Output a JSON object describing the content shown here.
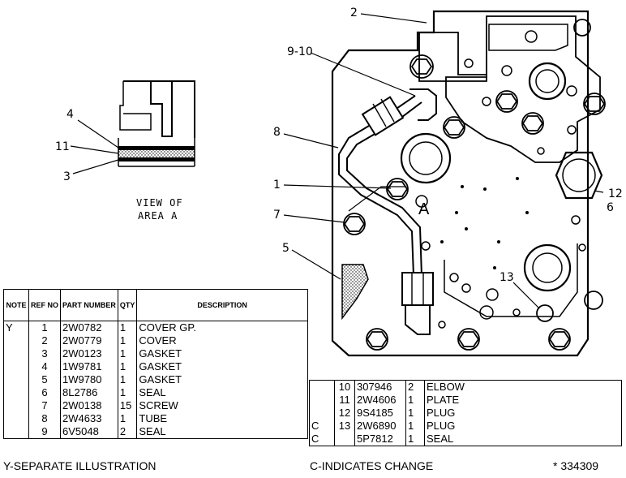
{
  "callouts": {
    "c2": "2",
    "c9_10": "9-10",
    "c8": "8",
    "c1": "1",
    "c7": "7",
    "c5": "5",
    "c12": "12",
    "c6": "6",
    "c13": "13",
    "c4": "4",
    "c11": "11",
    "c3": "3",
    "area_mark": "A"
  },
  "view_caption": {
    "line1": "VIEW OF",
    "line2": "AREA A"
  },
  "table_left": {
    "headers": {
      "note": "NOTE",
      "ref": "REF NO",
      "part": "PART NUMBER",
      "qty": "QTY",
      "desc": "DESCRIPTION"
    },
    "rows": [
      {
        "note": "Y",
        "ref": "1",
        "part": "2W0782",
        "qty": "1",
        "desc": "COVER GP."
      },
      {
        "note": "",
        "ref": "2",
        "part": "2W0779",
        "qty": "1",
        "desc": "COVER"
      },
      {
        "note": "",
        "ref": "3",
        "part": "2W0123",
        "qty": "1",
        "desc": "GASKET"
      },
      {
        "note": "",
        "ref": "4",
        "part": "1W9781",
        "qty": "1",
        "desc": "GASKET"
      },
      {
        "note": "",
        "ref": "5",
        "part": "1W9780",
        "qty": "1",
        "desc": "GASKET"
      },
      {
        "note": "",
        "ref": "6",
        "part": "8L2786",
        "qty": "1",
        "desc": "SEAL"
      },
      {
        "note": "",
        "ref": "7",
        "part": "2W0138",
        "qty": "15",
        "desc": "SCREW"
      },
      {
        "note": "",
        "ref": "8",
        "part": "2W4633",
        "qty": "1",
        "desc": "TUBE"
      },
      {
        "note": "",
        "ref": "9",
        "part": "6V5048",
        "qty": "2",
        "desc": "SEAL"
      }
    ]
  },
  "table_right": {
    "rows": [
      {
        "note": "",
        "ref": "10",
        "part": "307946",
        "qty": "2",
        "desc": "ELBOW"
      },
      {
        "note": "",
        "ref": "11",
        "part": "2W4606",
        "qty": "1",
        "desc": "PLATE"
      },
      {
        "note": "",
        "ref": "12",
        "part": "9S4185",
        "qty": "1",
        "desc": "PLUG"
      },
      {
        "note": "C",
        "ref": "13",
        "part": "2W6890",
        "qty": "1",
        "desc": "PLUG"
      },
      {
        "note": "C",
        "ref": "",
        "part": "5P7812",
        "qty": "1",
        "desc": "SEAL"
      }
    ]
  },
  "footer": {
    "left": "Y-SEPARATE ILLUSTRATION",
    "center": "C-INDICATES CHANGE",
    "right": "* 334309"
  }
}
